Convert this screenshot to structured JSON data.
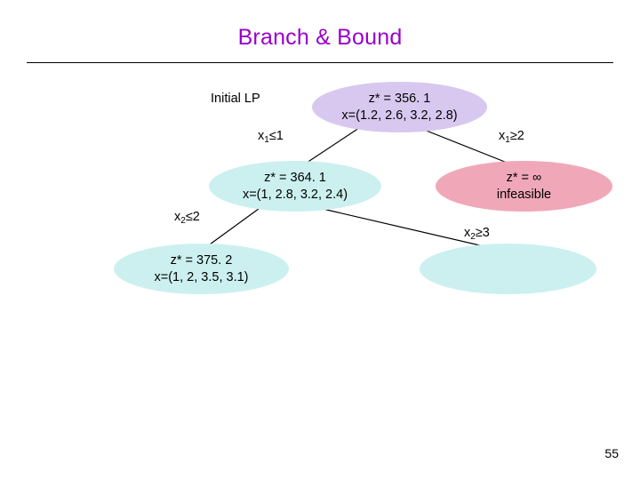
{
  "slide": {
    "title": "Branch & Bound",
    "page_number": "55"
  },
  "labels": {
    "initial_lp": "Initial LP",
    "branch_x1_le1": "x1≤1",
    "branch_x1_ge2": "x1≥2",
    "branch_x2_le2": "x2≤2",
    "branch_x2_ge3": "x2≥3"
  },
  "nodes": {
    "root": {
      "line1": "z* = 356. 1",
      "line2": "x=(1.2, 2.6, 3.2, 2.8)",
      "color": "#d8c8f0"
    },
    "left": {
      "line1": "z* = 364. 1",
      "line2": "x=(1, 2.8, 3.2, 2.4)",
      "color": "#ccf0f0"
    },
    "right": {
      "line1": "z* = ∞",
      "line2": "infeasible",
      "color": "#f0a8b8"
    },
    "bottom_left": {
      "line1": "z* = 375. 2",
      "line2": "x=(1, 2, 3.5, 3.1)",
      "color": "#ccf0f0"
    },
    "bottom_right": {
      "line1": "",
      "line2": "",
      "color": "#ccf0f0"
    }
  },
  "colors": {
    "title": "#9900cc",
    "node_blue": "#ccf0f0",
    "node_purple": "#d8c8f0",
    "node_pink": "#f0a8b8",
    "edge": "#000000"
  }
}
